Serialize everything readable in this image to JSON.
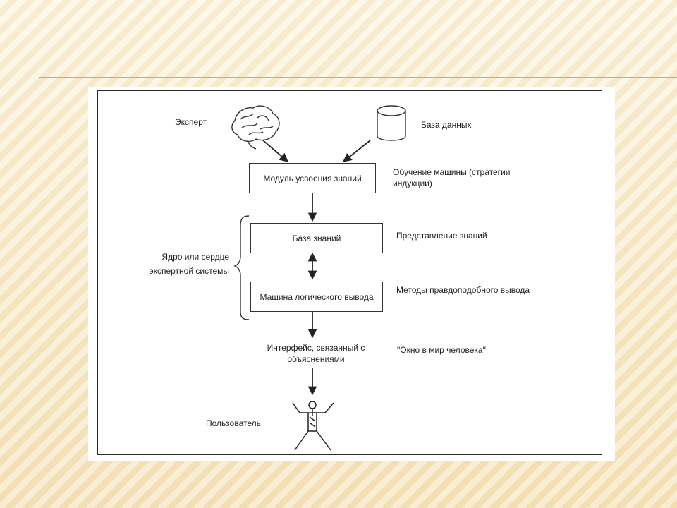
{
  "diagram": {
    "expert_label": "Эксперт",
    "database_label": "База данных",
    "knowledge_acquisition_box": "Модуль усвоения знаний",
    "machine_learning_note": "Обучение машины (стратегии индукции)",
    "knowledge_base_box": "База знаний",
    "knowledge_representation_note": "Представление знаний",
    "core_label": "Ядро или сердце экспертной системы",
    "inference_engine_box": "Машина логического вывода",
    "plausible_reasoning_note": "Методы правдоподобного вывода",
    "explanation_interface_box": "Интерфейс, связанный с объяснениями",
    "window_note": "\"Окно в мир человека\"",
    "user_label": "Пользователь"
  },
  "icons": {
    "expert": "brain-icon",
    "database": "cylinder-icon",
    "user": "stick-figure-icon"
  }
}
